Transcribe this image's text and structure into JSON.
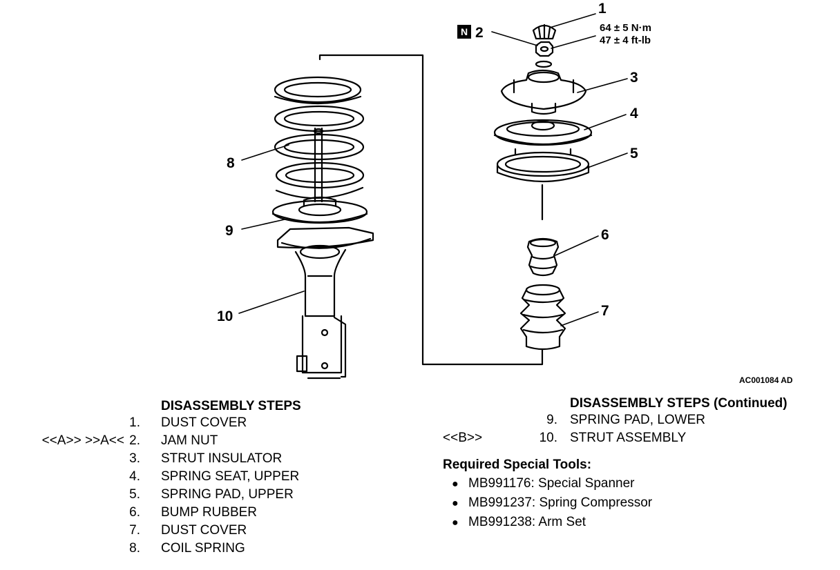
{
  "callouts": [
    "1",
    "2",
    "3",
    "4",
    "5",
    "6",
    "7",
    "8",
    "9",
    "10"
  ],
  "torque": {
    "metric": "64 ± 5 N·m",
    "imperial": "47 ± 4 ft-lb"
  },
  "n_marker": "N",
  "figure_id": "AC001084 AD",
  "disassembly": {
    "title": "DISASSEMBLY STEPS",
    "steps": [
      {
        "ref": "",
        "num": "1.",
        "label": "DUST COVER"
      },
      {
        "ref": "<<A>> >>A<<",
        "num": "2.",
        "label": "JAM NUT"
      },
      {
        "ref": "",
        "num": "3.",
        "label": "STRUT INSULATOR"
      },
      {
        "ref": "",
        "num": "4.",
        "label": "SPRING SEAT, UPPER"
      },
      {
        "ref": "",
        "num": "5.",
        "label": "SPRING PAD, UPPER"
      },
      {
        "ref": "",
        "num": "6.",
        "label": "BUMP RUBBER"
      },
      {
        "ref": "",
        "num": "7.",
        "label": "DUST COVER"
      },
      {
        "ref": "",
        "num": "8.",
        "label": "COIL SPRING"
      }
    ]
  },
  "continued": {
    "title": "DISASSEMBLY STEPS (Continued)",
    "steps": [
      {
        "ref": "",
        "num": "9.",
        "label": "SPRING PAD, LOWER"
      },
      {
        "ref": "<<B>>",
        "num": "10.",
        "label": "STRUT ASSEMBLY"
      }
    ]
  },
  "tools": {
    "title": "Required Special Tools:",
    "items": [
      "MB991176: Special Spanner",
      "MB991237: Spring Compressor",
      "MB991238: Arm Set"
    ]
  }
}
